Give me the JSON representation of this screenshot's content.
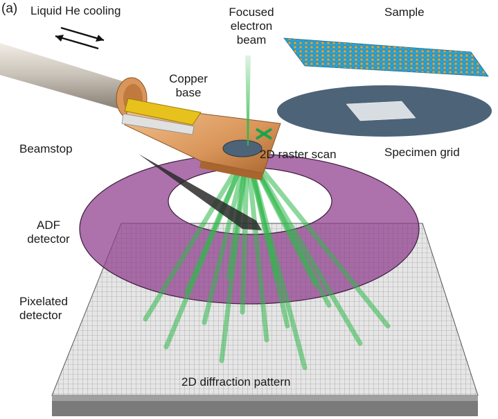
{
  "figure": {
    "panel_label": "(a)",
    "title": "4D-STEM cryogenic setup schematic"
  },
  "labels": {
    "cooling": "Liquid He cooling",
    "beam_line1": "Focused",
    "beam_line2": "electron",
    "beam_line3": "beam",
    "sample": "Sample",
    "copper_line1": "Copper",
    "copper_line2": "base",
    "beamstop": "Beamstop",
    "raster": "2D raster scan",
    "specimen_grid": "Specimen grid",
    "adf_line1": "ADF",
    "adf_line2": "detector",
    "pixelated_line1": "Pixelated",
    "pixelated_line2": "detector",
    "diffraction": "2D diffraction pattern"
  },
  "colors": {
    "beam": "#2fb84a",
    "adf": "#8e3a8c",
    "copper": "#d9955a",
    "gold_clip": "#e8c21c",
    "rod": "#c9c2b8",
    "grid_disc": "#4d6377",
    "atom_a": "#f0a020",
    "atom_b": "#29a8d8",
    "detector": "#d8d8d8"
  }
}
